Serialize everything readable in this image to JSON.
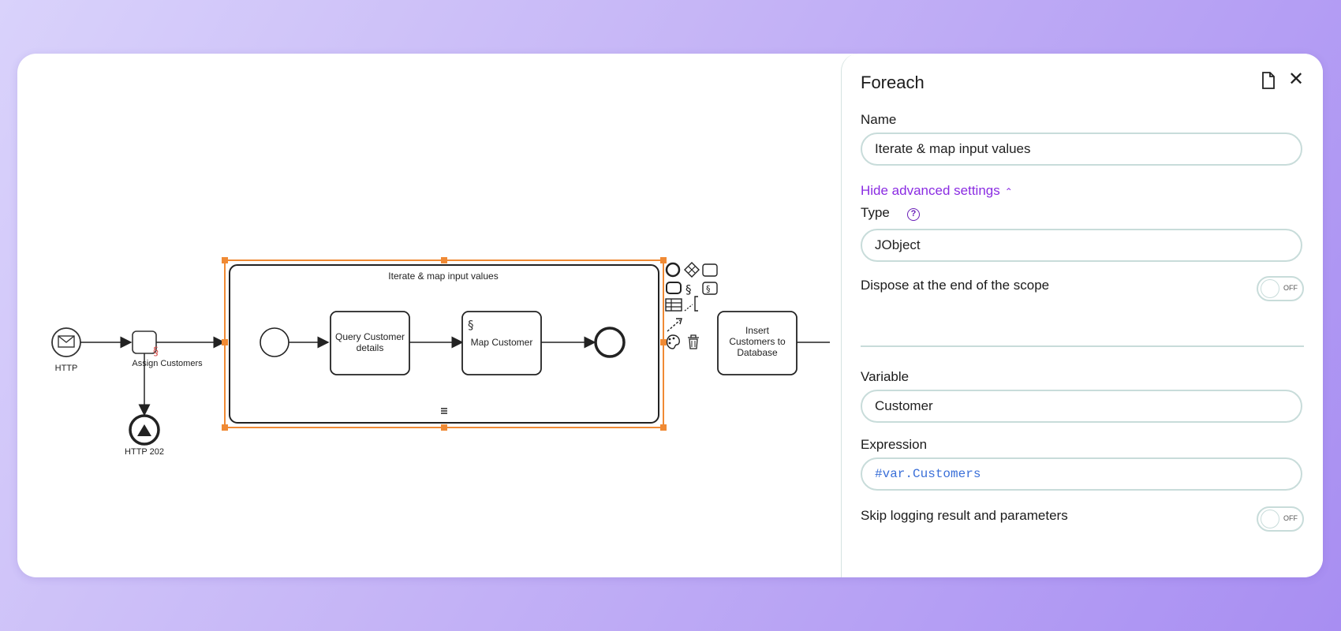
{
  "diagram": {
    "start_event_label": "HTTP",
    "assign_task_label": "Assign Customers",
    "end_event_label": "HTTP 202",
    "subprocess_label": "Iterate & map input values",
    "query_task_label_line1": "Query Customer",
    "query_task_label_line2": "details",
    "map_task_label": "Map Customer",
    "insert_task_label_line1": "Insert",
    "insert_task_label_line2": "Customers to",
    "insert_task_label_line3": "Database",
    "selection_color": "#f08a34"
  },
  "panel": {
    "title": "Foreach",
    "name_label": "Name",
    "name_value": "Iterate & map input values",
    "advanced_link": "Hide advanced settings",
    "type_label": "Type",
    "type_value": "JObject",
    "dispose_label": "Dispose at the end of the scope",
    "dispose_state": "OFF",
    "variable_label": "Variable",
    "variable_value": "Customer",
    "expression_label": "Expression",
    "expression_value": "#var.Customers",
    "skip_logging_label": "Skip logging result and parameters",
    "skip_logging_state": "OFF"
  },
  "colors": {
    "accent": "#8a2be2",
    "field_border": "#c8dcda",
    "selection": "#f08a34"
  }
}
